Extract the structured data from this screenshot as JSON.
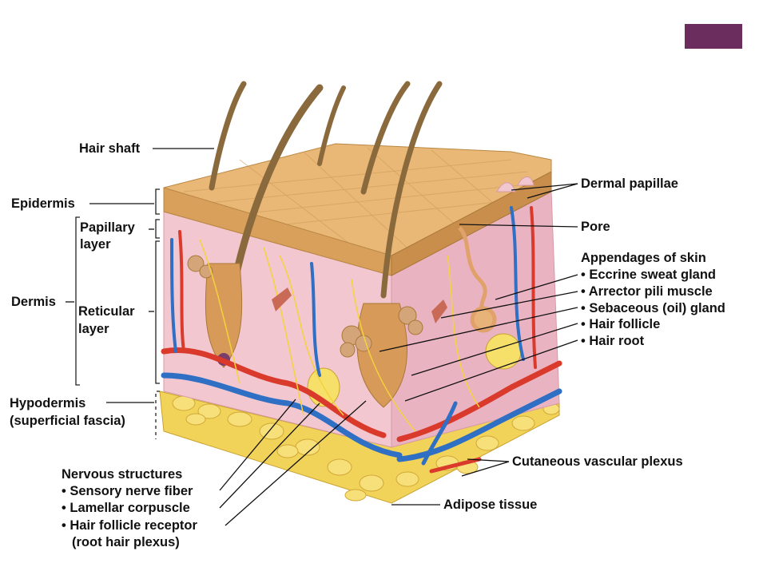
{
  "colors": {
    "accent_tab": "#6b2d5e",
    "epidermis": "#e3b06c",
    "dermis": "#f2c7cf",
    "adipose": "#f2d35a",
    "artery": "#d93a2b",
    "vein": "#2f6fc4",
    "nerve": "#f4d23c",
    "hair": "#8a6a3c"
  },
  "labels_left": {
    "hair_shaft": "Hair shaft",
    "epidermis": "Epidermis",
    "papillary_1": "Papillary",
    "papillary_2": "layer",
    "dermis": "Dermis",
    "reticular_1": "Reticular",
    "reticular_2": "layer",
    "hypodermis_1": "Hypodermis",
    "hypodermis_2": "(superficial fascia)"
  },
  "labels_right": {
    "dermal_papillae": "Dermal papillae",
    "pore": "Pore",
    "appendages_title": "Appendages of skin",
    "eccrine": "• Eccrine sweat gland",
    "arrector": "• Arrector pili muscle",
    "sebaceous": "• Sebaceous (oil) gland",
    "hair_follicle": "• Hair follicle",
    "hair_root": "• Hair root",
    "vascular_plexus": "Cutaneous vascular plexus",
    "adipose": "Adipose tissue"
  },
  "labels_bottom": {
    "nervous_title": "Nervous structures",
    "sensory": "• Sensory nerve fiber",
    "lamellar": "• Lamellar corpuscle",
    "follicle_receptor": "• Hair follicle receptor",
    "root_plexus": "(root hair plexus)"
  }
}
